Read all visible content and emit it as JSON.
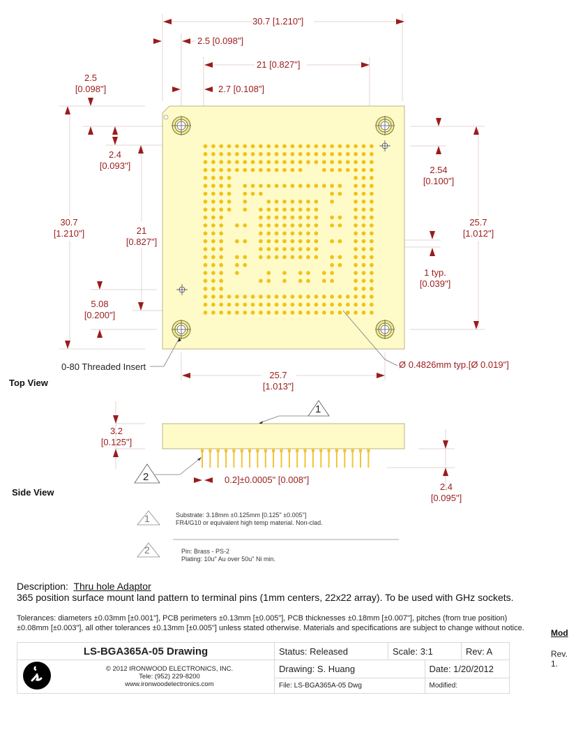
{
  "top_view": {
    "label": "Top View",
    "dims": {
      "overall_width": "30.7  [1.210\"]",
      "insert_offset_x": "2.5  [0.098\"]",
      "grid_span_x": "21  [0.827\"]",
      "grid_offset_x": "2.7  [0.108\"]",
      "insert_offset_y_mm": "2.5",
      "insert_offset_y_in": "[0.098\"]",
      "grid_offset_y_mm": "2.4",
      "grid_offset_y_in": "[0.093\"]",
      "overall_height_mm": "30.7",
      "overall_height_in": "[1.210\"]",
      "grid_span_y_mm": "21",
      "grid_span_y_in": "[0.827\"]",
      "fiducial_offset_mm": "5.08",
      "fiducial_offset_in": "[0.200\"]",
      "fiducial_pitch_mm": "2.54",
      "fiducial_pitch_in": "[0.100\"]",
      "insert_span_y_mm": "25.7",
      "insert_span_y_in": "[1.012\"]",
      "pitch_mm": "1 typ.",
      "pitch_in": "[0.039\"]",
      "insert_span_x_mm": "25.7",
      "insert_span_x_in": "[1.013\"]"
    },
    "callouts": {
      "threaded_insert": "0-80 Threaded Insert",
      "pad_diameter": "Ø 0.4826mm typ.[Ø 0.019\"]"
    },
    "grid": {
      "size": "22x22",
      "rows": [
        "1111111111111111111111",
        "1111111111111111111111",
        "1111111111111111111111",
        "1111111111111001111111",
        "1111000000000000000111",
        "1111011111111111110111",
        "1111011100000000110111",
        "1111010011111110100111",
        "1111010111111110000111",
        "1110000111111110110111",
        "1110110111111110110111",
        "1110000111111110000111",
        "1110110111111110110111",
        "1110000111111110000111",
        "1110110111111110110111",
        "1110110000000000110111",
        "1110100010101101100111",
        "1110000110101101100111",
        "1110000000000000000111",
        "1111111111111111111111",
        "1111111111111111111111",
        "1111111111111111111111"
      ]
    }
  },
  "side_view": {
    "label": "Side View",
    "thickness_mm": "3.2",
    "thickness_in": "[0.125\"]",
    "pin_length_mm": "2.4",
    "pin_length_in": "[0.095\"]",
    "pin_dia": "0.2]±0.0005\"  [0.008\"]",
    "marker_1": "1",
    "marker_2": "2",
    "pin_count": 22
  },
  "notes": [
    {
      "marker": "1",
      "line1": "Substrate: 3.18mm ±0.125mm [0.125\" ±0.005\"]",
      "line2": "FR4/G10 or equivalent high temp material. Non-clad."
    },
    {
      "marker": "2",
      "line1": "Pin: Brass - PS-2",
      "line2": "Plating:  10u\" Au over 50u\" Ni min."
    }
  ],
  "description": {
    "label": "Description:",
    "title": "Thru hole Adaptor",
    "text": "365 position surface mount land pattern to terminal pins (1mm centers, 22x22 array). To be used with GHz sockets."
  },
  "tolerances": {
    "line1": "Tolerances: diameters ±0.03mm [±0.001\"], PCB perimeters ±0.13mm [±0.005\"], PCB thicknesses ±0.18mm [±0.007\"], pitches (from true position)",
    "line2": "±0.08mm [±0.003\"], all other tolerances ±0.13mm [±0.005\"] unless stated otherwise.  Materials and specifications are subject to change without notice."
  },
  "title_block": {
    "drawing_title": "LS-BGA365A-05 Drawing",
    "copyright": "© 2012 IRONWOOD ELECTRONICS, INC.",
    "tele": "Tele: (952) 229-8200",
    "website": "www.ironwoodelectronics.com",
    "status": "Status: Released",
    "scale": "Scale: 3:1",
    "rev": "Rev: A",
    "drawing_by": "Drawing: S. Huang",
    "date": "Date: 1/20/2012",
    "file": "File: LS-BGA365A-05 Dwg",
    "modified": "Modified:"
  },
  "mod_panel": {
    "heading": "Mod",
    "rev_label": "Rev.",
    "rev_1": "1."
  },
  "colors": {
    "dimension": "#9b1b1b",
    "board_fill": "#fffbc8",
    "board_stroke": "#b8b48a",
    "pad": "#f0c21a",
    "pin": "#f2c431"
  }
}
